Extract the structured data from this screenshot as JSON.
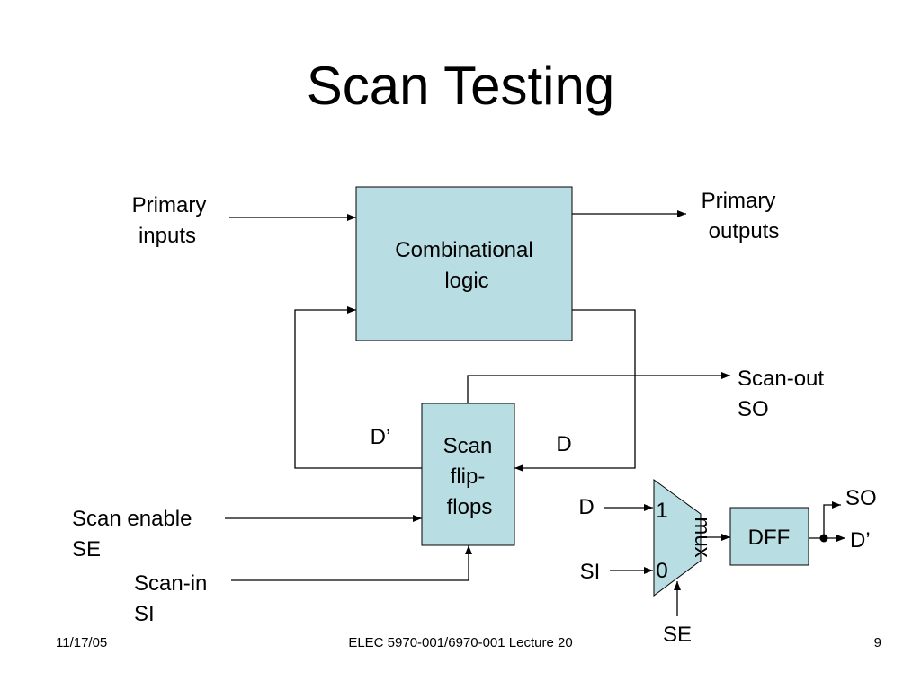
{
  "slide": {
    "title": "Scan Testing"
  },
  "diagram": {
    "fill_color": "#b8dde2",
    "combinational_logic": [
      "Combinational",
      "logic"
    ],
    "scan_flip_flops": [
      "Scan",
      "flip-",
      "flops"
    ],
    "primary_inputs": [
      "Primary",
      "inputs"
    ],
    "primary_outputs": [
      "Primary",
      "outputs"
    ],
    "scan_out": [
      "Scan-out",
      "SO"
    ],
    "scan_enable": [
      "Scan enable",
      "SE"
    ],
    "scan_in": [
      "Scan-in",
      "SI"
    ],
    "d_prime_label": "D’",
    "d_label": "D",
    "mux": {
      "label": "mux",
      "input_1_port": "1",
      "input_0_port": "0",
      "input_1_signal": "D",
      "input_0_signal": "SI",
      "select_signal": "SE"
    },
    "dff": {
      "label": "DFF",
      "output_so": "SO",
      "output_d_prime": "D’"
    }
  },
  "footer": {
    "date": "11/17/05",
    "course": "ELEC 5970-001/6970-001 Lecture 20",
    "page": "9"
  }
}
